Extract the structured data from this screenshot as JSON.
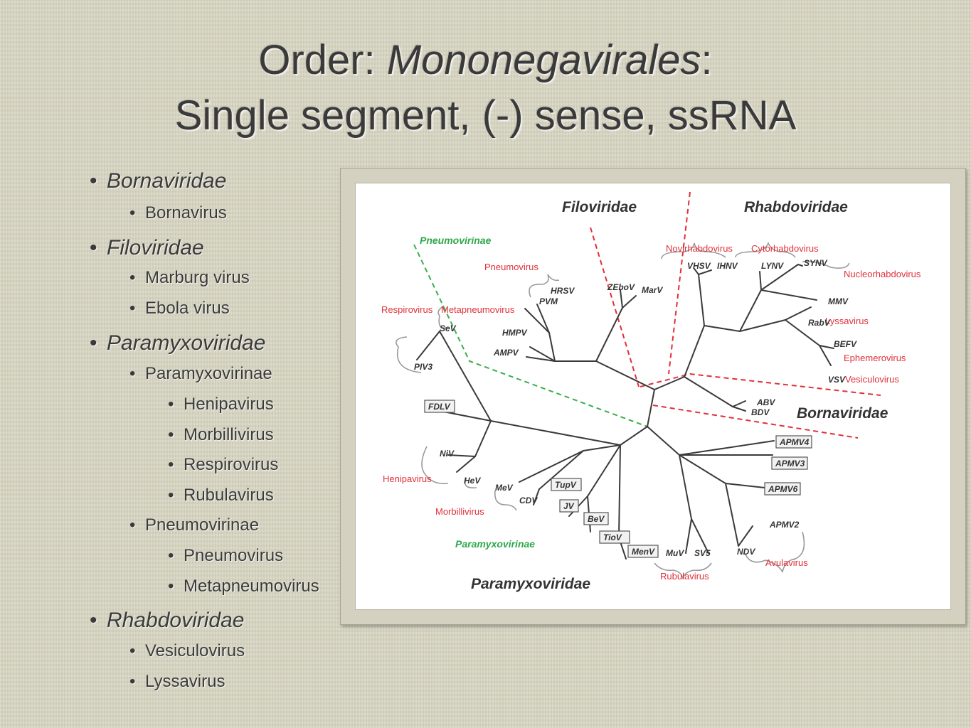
{
  "title": {
    "line1_prefix": "Order: ",
    "line1_italic": "Mononegavirales",
    "line1_suffix": ":",
    "line2": "Single segment, (-) sense, ssRNA"
  },
  "bullets": [
    {
      "level": 1,
      "text": "Bornaviridae"
    },
    {
      "level": 2,
      "text": "Bornavirus"
    },
    {
      "level": 1,
      "text": "Filoviridae"
    },
    {
      "level": 2,
      "text": "Marburg virus"
    },
    {
      "level": 2,
      "text": "Ebola virus"
    },
    {
      "level": 1,
      "text": "Paramyxoviridae"
    },
    {
      "level": 2,
      "text": "Paramyxovirinae"
    },
    {
      "level": 3,
      "text": "Henipavirus"
    },
    {
      "level": 3,
      "text": "Morbillivirus"
    },
    {
      "level": 3,
      "text": "Respirovirus"
    },
    {
      "level": 3,
      "text": "Rubulavirus"
    },
    {
      "level": 2,
      "text": "Pneumovirinae"
    },
    {
      "level": 3,
      "text": "Pneumovirus"
    },
    {
      "level": 3,
      "text": "Metapneumovirus"
    },
    {
      "level": 1,
      "text": "Rhabdoviridae"
    },
    {
      "level": 2,
      "text": "Vesiculovirus"
    },
    {
      "level": 2,
      "text": "Lyssavirus"
    }
  ],
  "tree": {
    "colors": {
      "branch": "#3a3a3a",
      "family_line": "#e0303a",
      "subfamily_line": "#3aae4a",
      "genus_label": "#e0303a",
      "subfamily_label": "#2ea84a",
      "family_label": "#333333"
    },
    "family_labels": [
      "Filoviridae",
      "Rhabdoviridae",
      "Bornaviridae",
      "Paramyxoviridae"
    ],
    "subfamily_labels": [
      "Pneumovirinae",
      "Paramyxovirinae"
    ],
    "genus_labels": [
      "Pneumovirus",
      "Respirovirus",
      "Metapneumovirus",
      "Novirhabdovirus",
      "Cytorhabdovirus",
      "Nucleorhabdovirus",
      "Lyssavirus",
      "Ephemerovirus",
      "Vesiculovirus",
      "Henipavirus",
      "Morbillivirus",
      "Rubulavirus",
      "Avulavirus"
    ],
    "taxa": [
      "HRSV",
      "PVM",
      "ZEboV",
      "MarV",
      "HMPV",
      "AMPV",
      "SeV",
      "PIV3",
      "VHSV",
      "IHNV",
      "LYNV",
      "SYNV",
      "MMV",
      "RabV",
      "BEFV",
      "VSV",
      "ABV",
      "BDV",
      "FDLV",
      "NiV",
      "HeV",
      "MeV",
      "CDV",
      "TupV",
      "JV",
      "BeV",
      "TioV",
      "MenV",
      "MuV",
      "SV5",
      "APMV4",
      "APMV3",
      "APMV6",
      "APMV2",
      "NDV"
    ]
  }
}
